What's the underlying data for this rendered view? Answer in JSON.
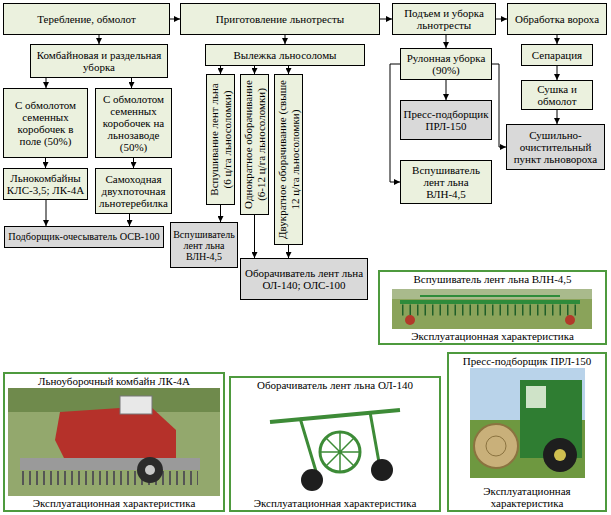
{
  "diagram": {
    "nodes": [
      {
        "text": [
          "Теребление, обмолот"
        ]
      },
      {
        "text": [
          "Приготовление льнотресты"
        ]
      },
      {
        "text": [
          "Подъем и уборка льнотресты"
        ]
      },
      {
        "text": [
          "Обработка вороха"
        ]
      },
      {
        "text": [
          "Комбайновая и раздельная уборка"
        ]
      },
      {
        "text": [
          "Вылежка льносоломы"
        ]
      },
      {
        "text": [
          "Рулонная уборка (90%)"
        ]
      },
      {
        "text": [
          "Сепарация"
        ]
      },
      {
        "text": [
          "С обмолотом семенных коробочек в поле (50%)"
        ]
      },
      {
        "text": [
          "С обмолотом семенных коробочек на льнозаводе (50%)"
        ]
      },
      {
        "text": [
          "Вспушивание лент льна (6 ц/га льносоломки)"
        ]
      },
      {
        "text": [
          "Однократное оборачивание (6-12 ц/га льносоломки)"
        ]
      },
      {
        "text": [
          "Двукратное оборачивание (свыше 12 ц/га льносоломки)"
        ]
      },
      {
        "text": [
          "Сушка и обмолот"
        ]
      },
      {
        "text": [
          "Пресс-подборщик ПРЛ-150"
        ]
      },
      {
        "text": [
          "Сушильно-очистительный пункт льновороха"
        ]
      },
      {
        "text": [
          "Вспушиватель лент льна ВЛН-4,5"
        ]
      },
      {
        "text": [
          "Льнокомбайны КЛС-3,5; ЛК-4А"
        ]
      },
      {
        "text": [
          "Самоходная двухпоточная льнотеребилка"
        ]
      },
      {
        "text": [
          "Подборщик-очесыватель ОСВ-100"
        ]
      },
      {
        "text": [
          "Вспушиватель лент льна ВЛН-4,5"
        ]
      },
      {
        "text": [
          "Оборачиватель лент льна ОЛ-140; ОЛС-100"
        ]
      },
      {
        "text": [
          "Вспушиватель лент льна ВЛН-4,5",
          "Эксплуатационная характеристика"
        ]
      },
      {
        "text": [
          "Льноуборочный комбайн ЛК-4А",
          "Эксплуатационная характеристика"
        ]
      },
      {
        "text": [
          "Оборачиватель лент льна ОЛ-140",
          "Эксплуатационная характеристика"
        ]
      },
      {
        "text": [
          "Пресс-подборщик ПРЛ-150",
          "Эксплуатационная характеристика"
        ]
      }
    ],
    "edges": [
      {
        "from": 0,
        "to": 1,
        "arrow": "to"
      },
      {
        "from": 1,
        "to": 2,
        "arrow": "to"
      },
      {
        "from": 2,
        "to": 3,
        "arrow": "to"
      },
      {
        "from": 0,
        "to": 4,
        "arrow": "to"
      },
      {
        "from": 4,
        "to": 8,
        "arrow": "to"
      },
      {
        "from": 4,
        "to": 9,
        "arrow": "to"
      },
      {
        "from": 8,
        "to": 17,
        "arrow": "to"
      },
      {
        "from": 9,
        "to": 18,
        "arrow": "to"
      },
      {
        "from": 17,
        "to": 19,
        "arrow": "to"
      },
      {
        "from": 18,
        "to": 19,
        "arrow": "to"
      },
      {
        "from": 1,
        "to": 5,
        "arrow": "to"
      },
      {
        "from": 5,
        "to": 10,
        "arrow": "to"
      },
      {
        "from": 5,
        "to": 11,
        "arrow": "to"
      },
      {
        "from": 5,
        "to": 12,
        "arrow": "to"
      },
      {
        "from": 10,
        "to": 20,
        "arrow": "to"
      },
      {
        "from": 11,
        "to": 21,
        "arrow": "to"
      },
      {
        "from": 12,
        "to": 21,
        "arrow": "to"
      },
      {
        "from": 2,
        "to": 6,
        "arrow": "to"
      },
      {
        "from": 6,
        "to": 14,
        "arrow": "to"
      },
      {
        "from": 6,
        "to": 16,
        "arrow": "to"
      },
      {
        "from": 6,
        "to": 15,
        "arrow": "to"
      },
      {
        "from": 3,
        "to": 7,
        "arrow": "to"
      },
      {
        "from": 7,
        "to": 13,
        "arrow": "to"
      },
      {
        "from": 13,
        "to": 15,
        "arrow": "to"
      }
    ]
  }
}
